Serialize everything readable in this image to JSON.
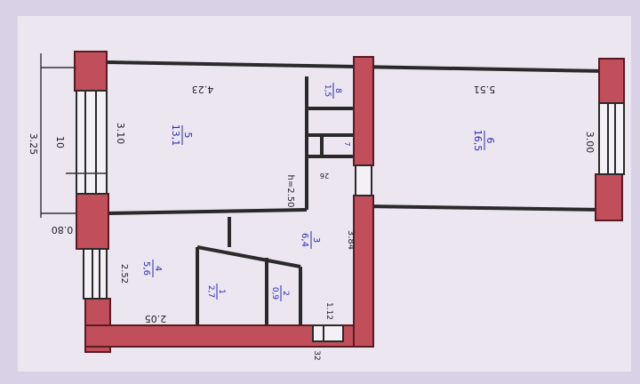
{
  "colors": {
    "background": "#d9d2e6",
    "paper": "#ebe6f0",
    "wall": "#c04e5b",
    "wall_stroke": "#5a1a22",
    "window": "#f4f1f6",
    "room_text": "#2b2bb0",
    "dim_text": "#222222"
  },
  "rooms": [
    {
      "number": "5",
      "area": "13,1"
    },
    {
      "number": "6",
      "area": "16,5"
    },
    {
      "number": "4",
      "area": "5,6"
    },
    {
      "number": "3",
      "area": "6,4"
    },
    {
      "number": "1",
      "area": "2,7"
    },
    {
      "number": "2",
      "area": "0,9"
    },
    {
      "number": "8",
      "area": "1,5"
    },
    {
      "number": "7",
      "area": ""
    }
  ],
  "dimensions": {
    "d_4_23": "4.23",
    "d_5_51": "5.51",
    "d_3_25": "3.25",
    "d_10": "10",
    "d_3_10": "3.10",
    "d_3_00": "3.00",
    "d_0_80": "0.80",
    "d_2_52": "2.52",
    "d_2_05": "2.05",
    "d_3_84": "3.84",
    "d_1_12": "1.12",
    "d_32": "32",
    "ceiling": "h=2.50",
    "d_26": "26"
  }
}
